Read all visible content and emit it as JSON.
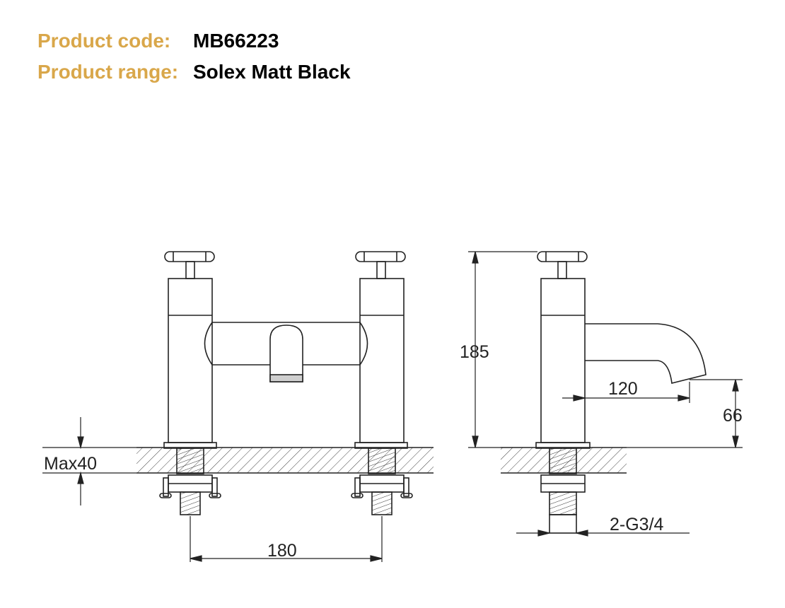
{
  "header": {
    "code_label": "Product code:",
    "code_value": "MB66223",
    "range_label": "Product range:",
    "range_value": "Solex Matt Black"
  },
  "dimensions": {
    "max_depth": "Max40",
    "center_distance": "180",
    "height": "185",
    "spout_reach": "120",
    "spout_height": "66",
    "connection": "2-G3/4"
  },
  "colors": {
    "label": "#d9a74a",
    "value": "#000000",
    "line": "#222222"
  }
}
